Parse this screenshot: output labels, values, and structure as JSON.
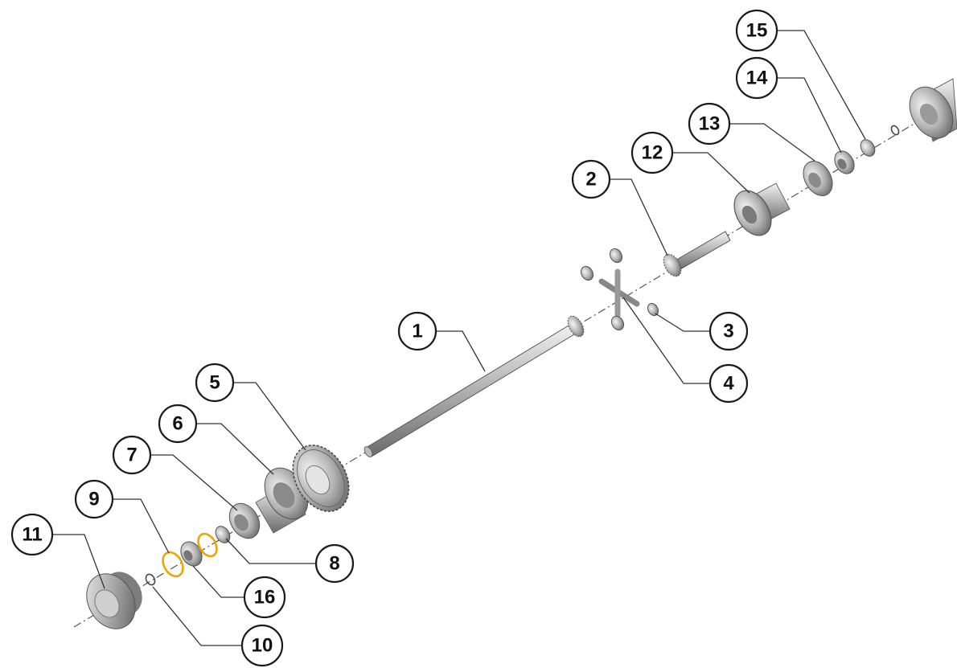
{
  "diagram": {
    "callouts": [
      {
        "id": "1",
        "label": "1"
      },
      {
        "id": "2",
        "label": "2"
      },
      {
        "id": "3",
        "label": "3"
      },
      {
        "id": "4",
        "label": "4"
      },
      {
        "id": "5",
        "label": "5"
      },
      {
        "id": "6",
        "label": "6"
      },
      {
        "id": "7",
        "label": "7"
      },
      {
        "id": "8",
        "label": "8"
      },
      {
        "id": "9",
        "label": "9"
      },
      {
        "id": "10",
        "label": "10"
      },
      {
        "id": "11",
        "label": "11"
      },
      {
        "id": "12",
        "label": "12"
      },
      {
        "id": "13",
        "label": "13"
      },
      {
        "id": "14",
        "label": "14"
      },
      {
        "id": "15",
        "label": "15"
      },
      {
        "id": "16",
        "label": "16"
      }
    ],
    "colors": {
      "part_metal": "#9a9a9a",
      "part_highlight": "#e6e6e6",
      "part_shadow": "#5e5e5e",
      "snap_ring": "#f0a400",
      "outline": "#1a1a1a"
    }
  }
}
